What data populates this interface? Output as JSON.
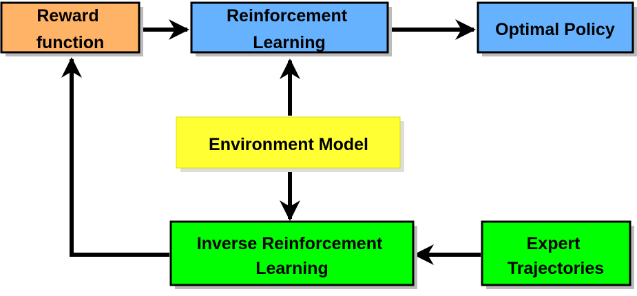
{
  "diagram": {
    "nodes": {
      "reward_function": {
        "lines": [
          "Reward",
          "function"
        ],
        "fill": "#FFB366"
      },
      "reinforcement_learning": {
        "lines": [
          "Reinforcement",
          "Learning"
        ],
        "fill": "#66B2FF"
      },
      "optimal_policy": {
        "lines": [
          "Optimal Policy"
        ],
        "fill": "#66B2FF"
      },
      "environment_model": {
        "lines": [
          "Environment Model"
        ],
        "fill": "#FFFF33"
      },
      "inverse_reinforcement_learning": {
        "lines": [
          "Inverse Reinforcement",
          "Learning"
        ],
        "fill": "#00FF00"
      },
      "expert_trajectories": {
        "lines": [
          "Expert",
          "Trajectories"
        ],
        "fill": "#00FF00"
      }
    },
    "edges": [
      {
        "from": "reward_function",
        "to": "reinforcement_learning"
      },
      {
        "from": "reinforcement_learning",
        "to": "optimal_policy"
      },
      {
        "from": "environment_model",
        "to": "reinforcement_learning"
      },
      {
        "from": "environment_model",
        "to": "inverse_reinforcement_learning"
      },
      {
        "from": "expert_trajectories",
        "to": "inverse_reinforcement_learning"
      },
      {
        "from": "inverse_reinforcement_learning",
        "to": "reward_function"
      }
    ],
    "colors": {
      "stroke": "#000000",
      "shadow": "#BBBBBB"
    }
  }
}
